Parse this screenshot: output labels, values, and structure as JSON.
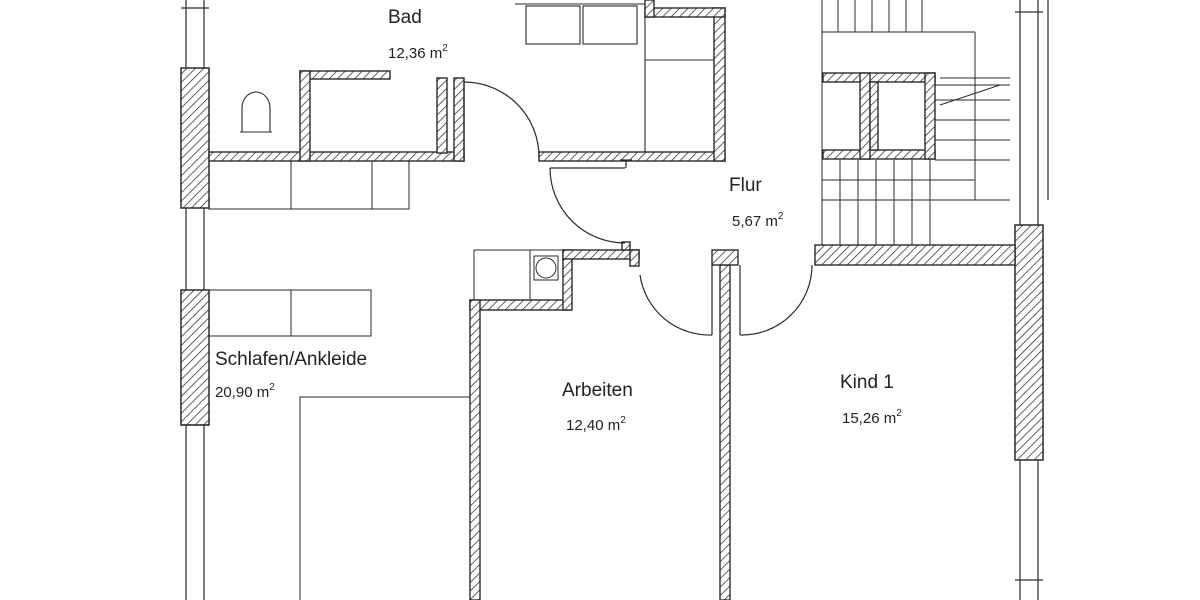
{
  "colors": {
    "line": "#2a2a2a",
    "hatch": "#3a3a3a",
    "background": "#ffffff"
  },
  "rooms": {
    "bad": {
      "name": "Bad",
      "area": "12,36 m",
      "unit_sup": "2"
    },
    "flur": {
      "name": "Flur",
      "area": "5,67 m",
      "unit_sup": "2"
    },
    "schlafen": {
      "name": "Schlafen/Ankleide",
      "area": "20,90 m",
      "unit_sup": "2"
    },
    "arbeiten": {
      "name": "Arbeiten",
      "area": "12,40 m",
      "unit_sup": "2"
    },
    "kind1": {
      "name": "Kind 1",
      "area": "15,26 m",
      "unit_sup": "2"
    }
  }
}
